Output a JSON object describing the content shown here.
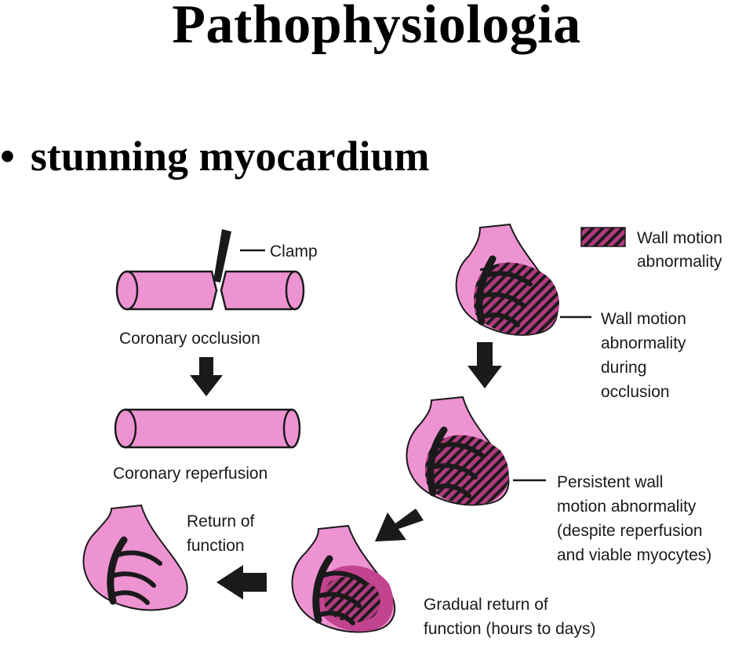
{
  "title": "Pathophysiologia",
  "bullet": "stunning myocardium",
  "diagram": {
    "clamp": "Clamp",
    "coronary_occlusion": "Coronary occlusion",
    "coronary_reperfusion": "Coronary reperfusion",
    "return_of_function": [
      "Return of",
      "function"
    ],
    "legend": [
      "Wall motion",
      "abnormality"
    ],
    "wall_motion_during_occlusion": [
      "Wall motion",
      "abnormality",
      "during",
      "occlusion"
    ],
    "persistent": [
      "Persistent wall",
      "motion abnormality",
      "(despite reperfusion",
      "and viable myocytes)"
    ],
    "gradual": [
      "Gradual return of",
      "function (hours to days)"
    ],
    "colors": {
      "tissue": "#ee93d2",
      "hatch_fill": "#b03a7e",
      "dark": "#1a1a1a"
    }
  }
}
